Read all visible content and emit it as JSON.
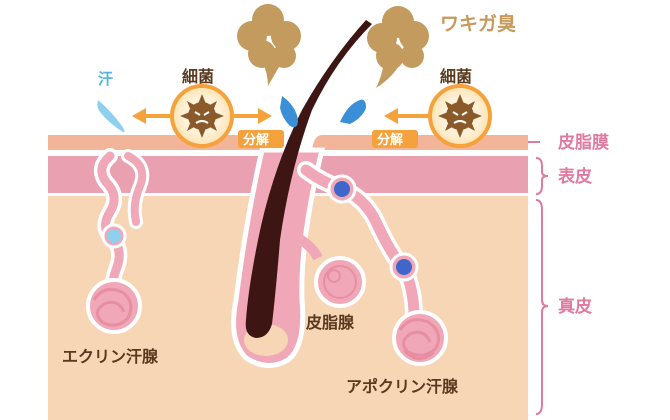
{
  "labels": {
    "odor": "ワキガ臭",
    "sweat": "汗",
    "bacteria_left": "細菌",
    "bacteria_right": "細菌",
    "decompose_left": "分解",
    "decompose_right": "分解",
    "sebum_film": "皮脂膜",
    "epidermis": "表皮",
    "dermis": "真皮",
    "eccrine_gland": "エクリン汗腺",
    "sebaceous_gland": "皮脂腺",
    "apocrine_gland": "アポクリン汗腺"
  },
  "colors": {
    "sebum_film": "#f2b59a",
    "epidermis": "#e9a1b2",
    "dermis": "#f7d6b5",
    "gland_pink": "#f0a8b8",
    "hair": "#3d1512",
    "bacteria_ring": "#f5a23c",
    "bacteria_body": "#8a5a2b",
    "odor_cloud": "#c49b5e",
    "sweat_drop_light": "#8fd0ee",
    "sweat_drop_dark": "#3a8fd6",
    "label_pink": "#e07aa0",
    "label_brown": "#5a3a1e"
  },
  "icons": [
    "odor-cloud-icon",
    "bacteria-icon",
    "sweat-drop-icon",
    "arrow-icon",
    "bracket-icon"
  ]
}
